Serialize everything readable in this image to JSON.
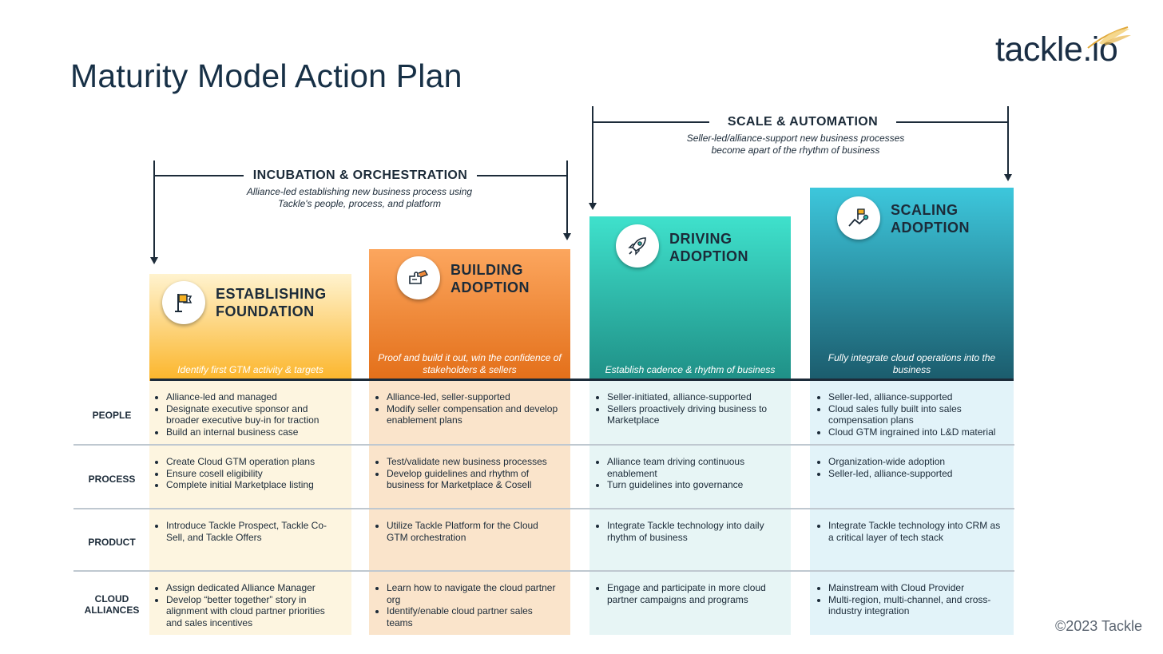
{
  "title": "Maturity Model Action Plan",
  "logo_text": "tackle.io",
  "copyright": "©2023 Tackle",
  "phases": [
    {
      "title": "INCUBATION & ORCHESTRATION",
      "description": "Alliance-led establishing new business process using\nTackle's people, process, and platform"
    },
    {
      "title": "SCALE & AUTOMATION",
      "description": "Seller-led/alliance-support new business processes\nbecome apart of the rhythm of business"
    }
  ],
  "stages": [
    {
      "name": "ESTABLISHING\nFOUNDATION",
      "goal": "Identify first GTM activity & targets",
      "icon": "flag-icon"
    },
    {
      "name": "BUILDING\nADOPTION",
      "goal": "Proof and build it out, win the confidence of stakeholders & sellers",
      "icon": "puzzle-hand-icon"
    },
    {
      "name": "DRIVING\nADOPTION",
      "goal": "Establish cadence & rhythm of business",
      "icon": "rocket-icon"
    },
    {
      "name": "SCALING\nADOPTION",
      "goal": "Fully integrate cloud operations into the business",
      "icon": "flag-growth-icon"
    }
  ],
  "rows": [
    {
      "label": "PEOPLE",
      "cells": [
        [
          "Alliance-led and managed",
          "Designate executive sponsor and broader executive buy-in for traction",
          "Build an internal business case"
        ],
        [
          "Alliance-led, seller-supported",
          "Modify seller compensation and develop enablement plans"
        ],
        [
          "Seller-initiated, alliance-supported",
          "Sellers proactively driving business to Marketplace"
        ],
        [
          "Seller-led, alliance-supported",
          "Cloud sales fully built into sales compensation plans",
          "Cloud GTM ingrained into L&D material"
        ]
      ]
    },
    {
      "label": "PROCESS",
      "cells": [
        [
          "Create Cloud GTM operation plans",
          "Ensure cosell eligibility",
          "Complete initial Marketplace listing"
        ],
        [
          "Test/validate new business processes",
          "Develop guidelines and rhythm of business for Marketplace & Cosell"
        ],
        [
          "Alliance team driving continuous enablement",
          "Turn guidelines into governance"
        ],
        [
          "Organization-wide adoption",
          "Seller-led, alliance-supported"
        ]
      ]
    },
    {
      "label": "PRODUCT",
      "cells": [
        [
          "Introduce Tackle Prospect, Tackle Co-Sell, and Tackle Offers"
        ],
        [
          "Utilize Tackle Platform for the Cloud GTM orchestration"
        ],
        [
          "Integrate Tackle technology into daily rhythm of business"
        ],
        [
          "Integrate Tackle technology into CRM as a critical layer of tech stack"
        ]
      ]
    },
    {
      "label": "CLOUD\nALLIANCES",
      "cells": [
        [
          "Assign dedicated Alliance Manager",
          "Develop “better together” story in alignment with cloud partner priorities and sales incentives"
        ],
        [
          "Learn how to navigate the cloud partner org",
          "Identify/enable cloud partner sales teams"
        ],
        [
          "Engage and participate in more cloud partner campaigns and programs"
        ],
        [
          "Mainstream with Cloud Provider",
          "Multi-region, multi-channel, and cross-industry integration"
        ]
      ]
    }
  ],
  "colors": {
    "stage_gradients": [
      [
        "#fff3cf",
        "#fbb52a"
      ],
      [
        "#fca65e",
        "#e36f19"
      ],
      [
        "#3fe1cc",
        "#1f8f86"
      ],
      [
        "#3dc7dc",
        "#1b5b6c"
      ]
    ],
    "column_backgrounds": [
      "#fdf5e0",
      "#fae4cb",
      "#e7f5f5",
      "#e2f3f9"
    ]
  }
}
